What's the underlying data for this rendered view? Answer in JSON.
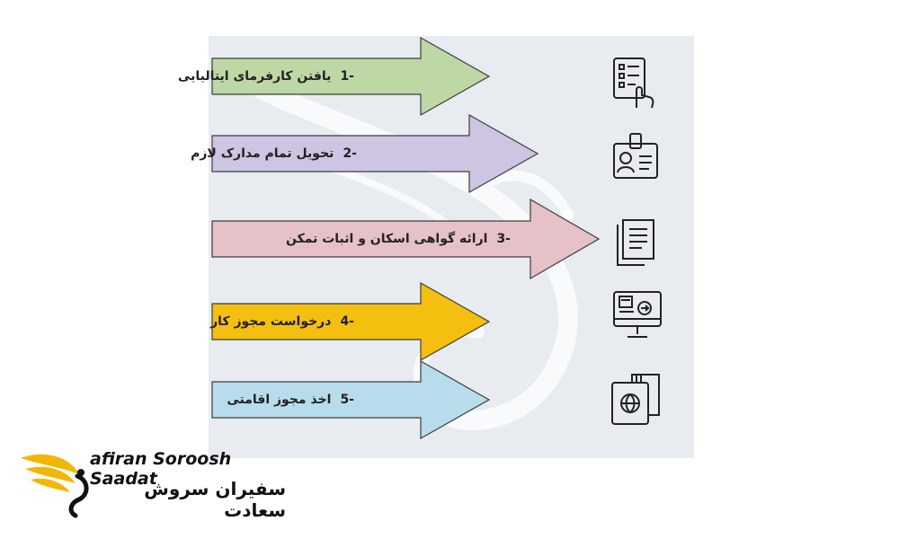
{
  "steps": [
    {
      "num": "1-",
      "label": "یافتن کارفرمای ایتالیایی",
      "color": "#bdd8a4",
      "icon": "checklist-icon"
    },
    {
      "num": "2-",
      "label": "تحویل تمام مدارک لازم",
      "color": "#cdc5e2",
      "icon": "id-card-icon"
    },
    {
      "num": "3-",
      "label": "ارائه گواهی اسکان و اثبات تمکن",
      "color": "#e6c1c8",
      "icon": "documents-icon"
    },
    {
      "num": "4-",
      "label": "درخواست مجوز کار",
      "color": "#f4bf0f",
      "icon": "monitor-icon"
    },
    {
      "num": "5-",
      "label": "اخذ مجوز اقامتی",
      "color": "#b7dceb",
      "icon": "passport-icon"
    }
  ],
  "brand": {
    "name_en": "afiran Soroosh Saadat",
    "name_fa": "سفیران سروش سعادت",
    "accent": "#f2b705"
  }
}
